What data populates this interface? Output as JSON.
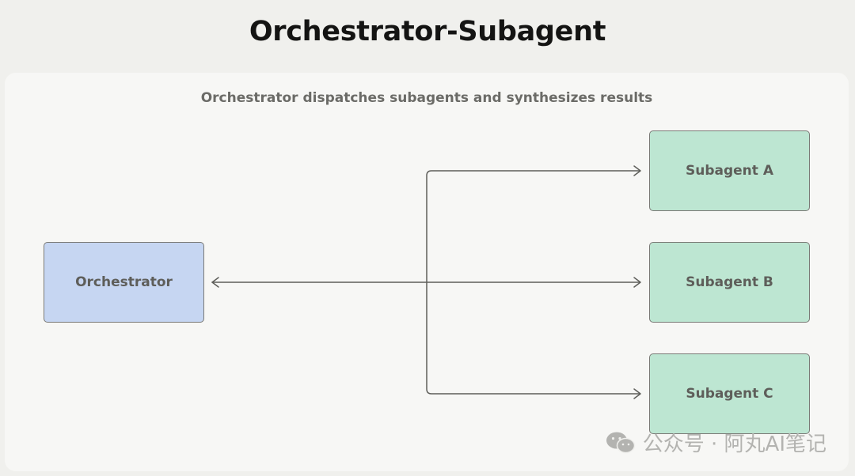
{
  "title": "Orchestrator-Subagent",
  "subtitle": "Orchestrator dispatches subagents and synthesizes results",
  "nodes": {
    "orchestrator": "Orchestrator",
    "subagent_a": "Subagent A",
    "subagent_b": "Subagent B",
    "subagent_c": "Subagent C"
  },
  "watermark": {
    "icon": "wechat-icon",
    "text": "公众号 · 阿丸AI笔记"
  },
  "colors": {
    "orchestrator_fill": "#c6d6f2",
    "subagent_fill": "#bde6d2",
    "connector": "#5e5e5a",
    "background": "#f0f0ed",
    "panel": "#f7f7f5"
  }
}
